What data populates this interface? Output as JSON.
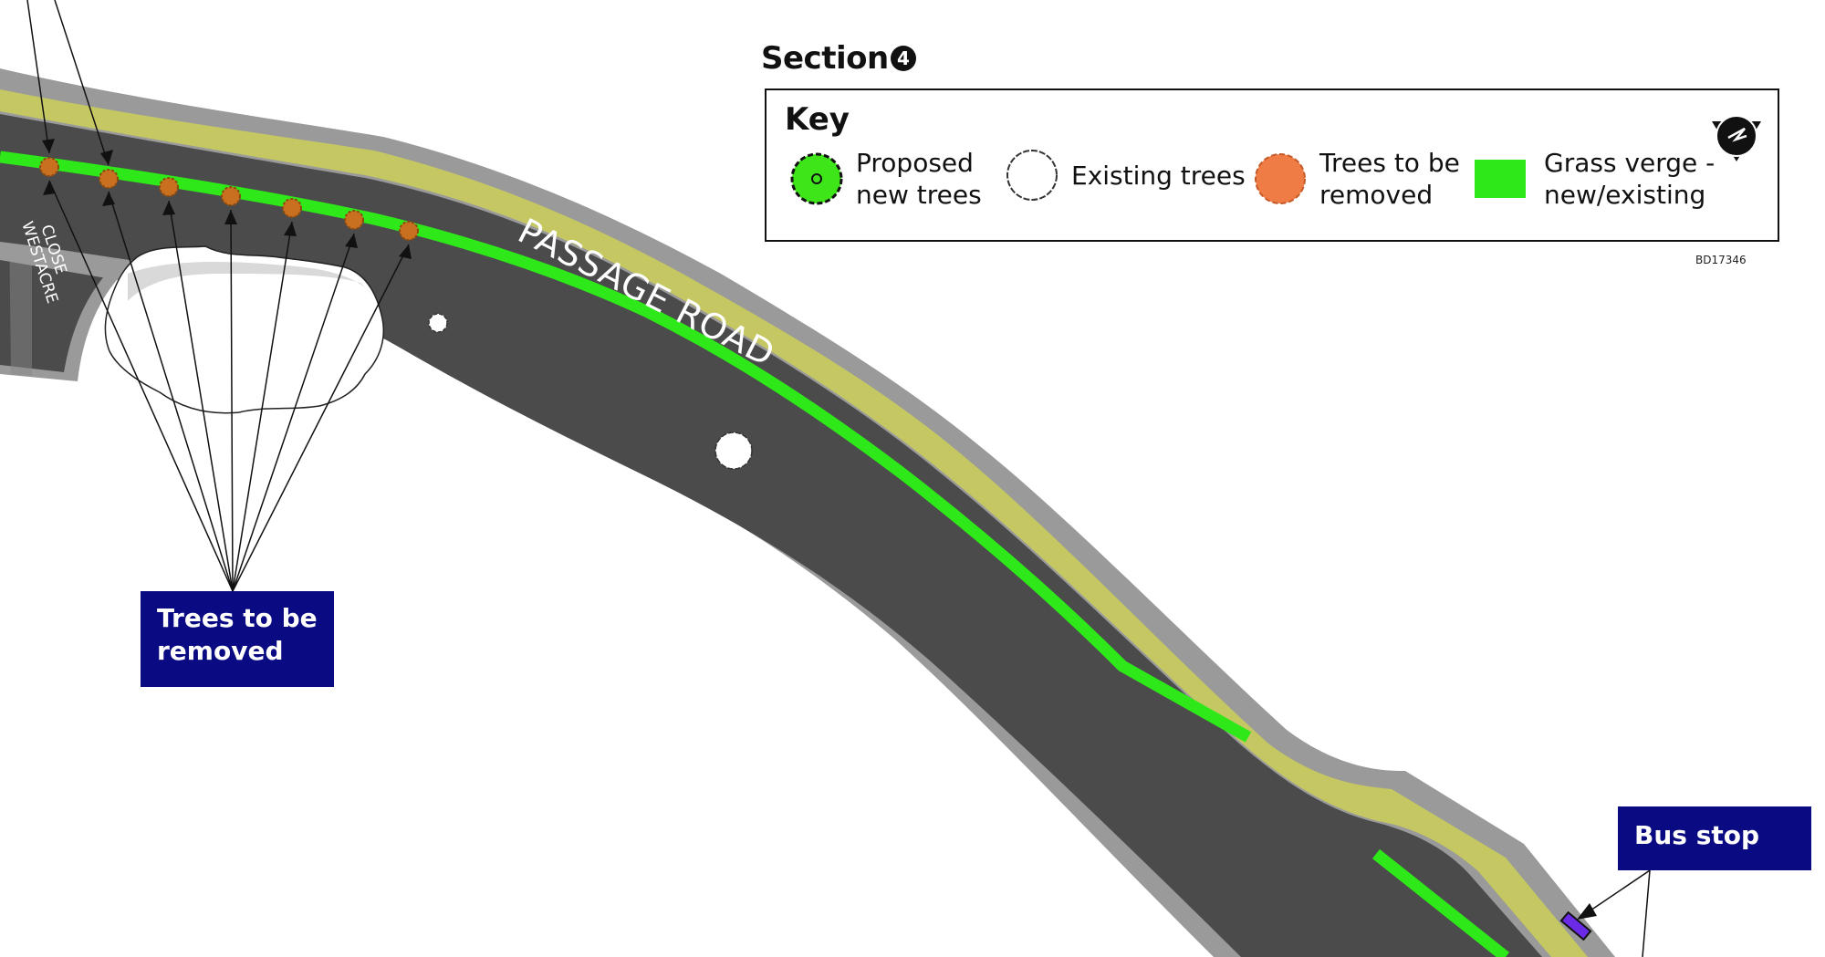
{
  "section": {
    "title": "Section",
    "number": "4"
  },
  "key": {
    "title": "Key",
    "items": [
      {
        "label": "Proposed\nnew trees",
        "icon": "proposed-tree-icon",
        "color": "#3ee619"
      },
      {
        "label": "Existing trees",
        "icon": "existing-tree-icon",
        "color": "#ffffff"
      },
      {
        "label": "Trees to be\nremoved",
        "icon": "removed-tree-icon",
        "color": "#ef7b45"
      },
      {
        "label": "Grass verge -\nnew/existing",
        "icon": "grass-verge-swatch",
        "color": "#2ee81a"
      }
    ],
    "north_icon": "north-arrow-icon"
  },
  "reference": "BD17346",
  "road_names": {
    "main": "PASSAGE ROAD",
    "side": "WESTACRE\nCLOSE"
  },
  "callouts": {
    "trees_removed": "Trees to be\nremoved",
    "bus_stop": "Bus stop"
  },
  "colors": {
    "road": "#4b4b4b",
    "road_edge": "#9a9a9a",
    "footpath": "#c5c862",
    "grass_verge": "#2ee81a",
    "tree_removed": "#c8701f",
    "callout_bg": "#0a0a82",
    "bus_stop_marker": "#6a2ae8"
  }
}
